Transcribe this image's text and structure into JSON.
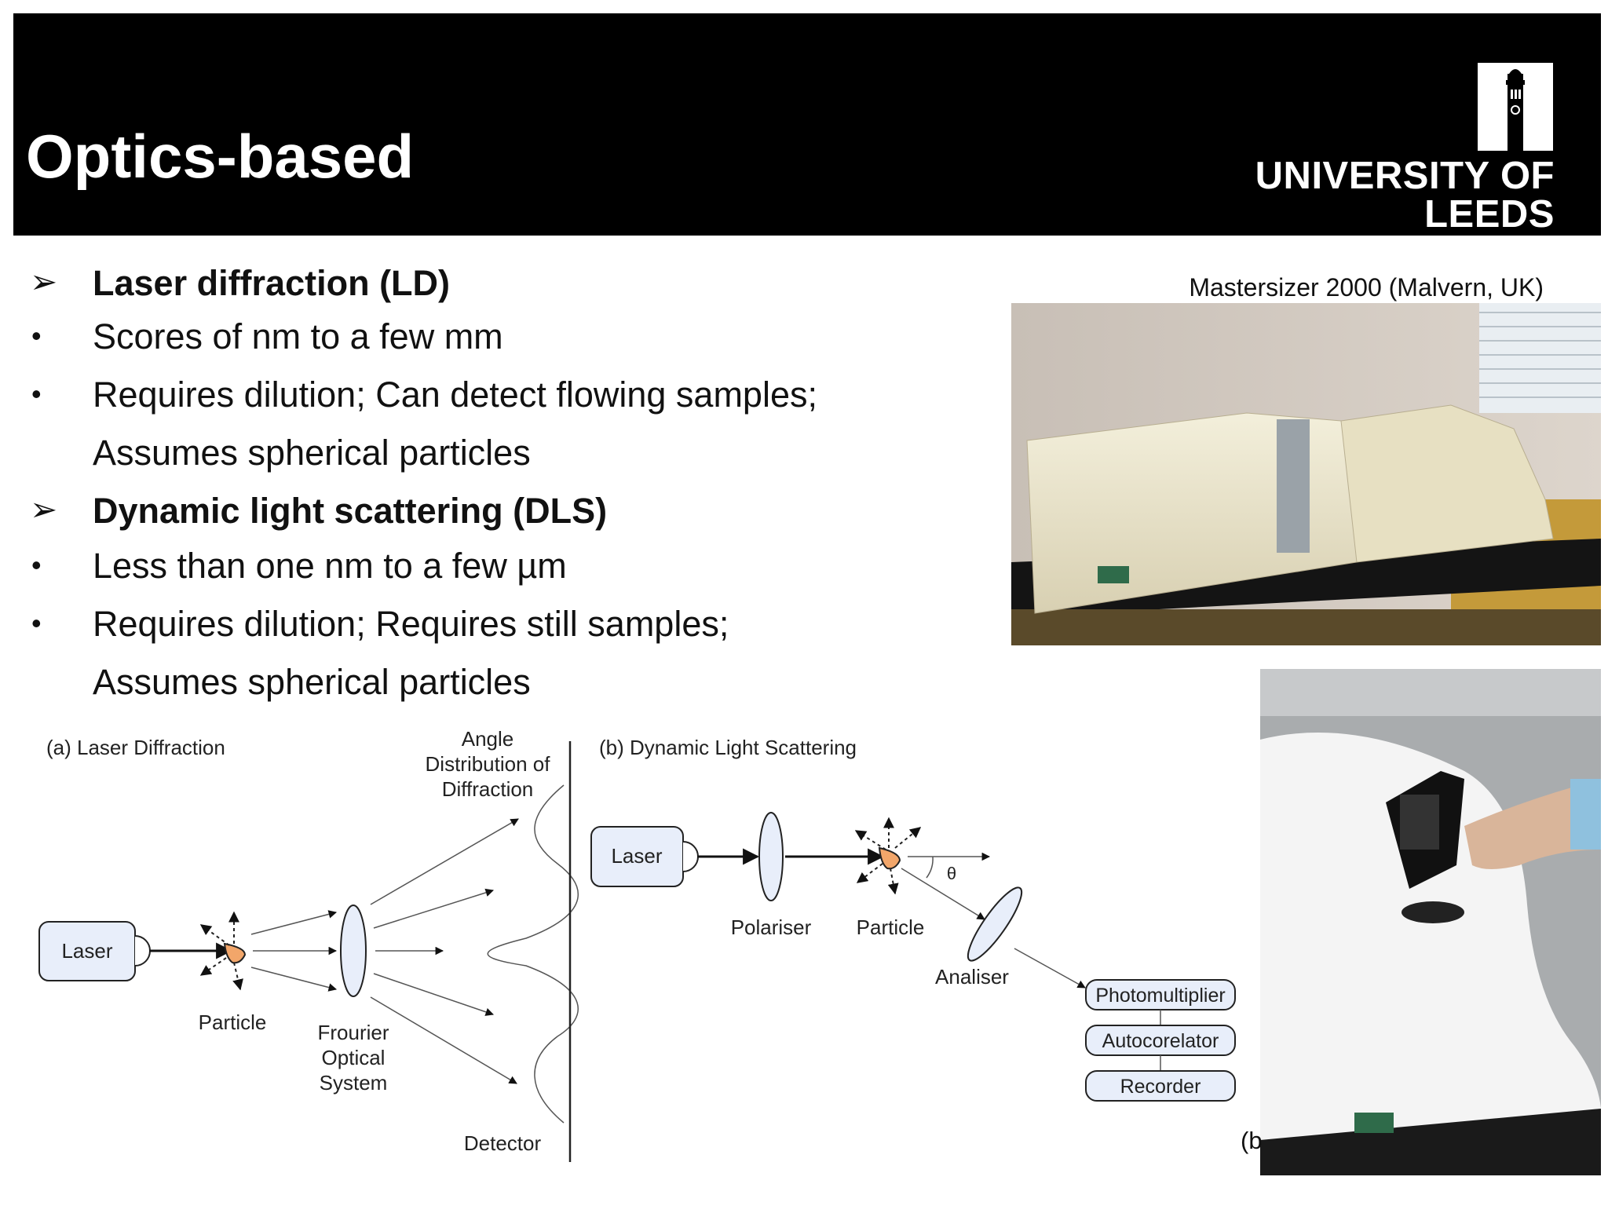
{
  "header": {
    "title": "Optics-based",
    "logo_text": "UNIVERSITY OF LEEDS"
  },
  "bullets": [
    {
      "marker": "➢",
      "text": "Laser diffraction (LD)",
      "bold": true
    },
    {
      "marker": "•",
      "text": "Scores of nm to a few mm"
    },
    {
      "marker": "•",
      "text": "Requires dilution; Can detect flowing samples;"
    },
    {
      "marker": "",
      "text": "Assumes spherical particles"
    },
    {
      "marker": "➢",
      "text": "Dynamic light scattering (DLS)",
      "bold": true
    },
    {
      "marker": "•",
      "text": "Less than one nm to a few µm"
    },
    {
      "marker": "•",
      "text": "Requires dilution; Requires still samples;"
    },
    {
      "marker": "",
      "text": "Assumes spherical particles"
    }
  ],
  "photo1": {
    "caption": "Mastersizer 2000 (Malvern, UK)"
  },
  "photo2": {
    "label": "(b"
  },
  "diagram": {
    "ld": {
      "heading": "(a) Laser Diffraction",
      "laser": "Laser",
      "particle": "Particle",
      "optics_line1": "Frourier",
      "optics_line2": "Optical",
      "optics_line3": "System",
      "angle_line1": "Angle",
      "angle_line2": "Distribution of",
      "angle_line3": "Diffraction",
      "detector": "Detector"
    },
    "dls": {
      "heading": "(b) Dynamic Light Scattering",
      "laser": "Laser",
      "polariser": "Polariser",
      "particle": "Particle",
      "theta": "θ",
      "analiser": "Analiser",
      "photomultiplier": "Photomultiplier",
      "autocorelator": "Autocorelator",
      "recorder": "Recorder"
    }
  },
  "colors": {
    "header_bg": "#000000",
    "box_fill": "#e8eefa",
    "particle": "#f2a66a"
  }
}
